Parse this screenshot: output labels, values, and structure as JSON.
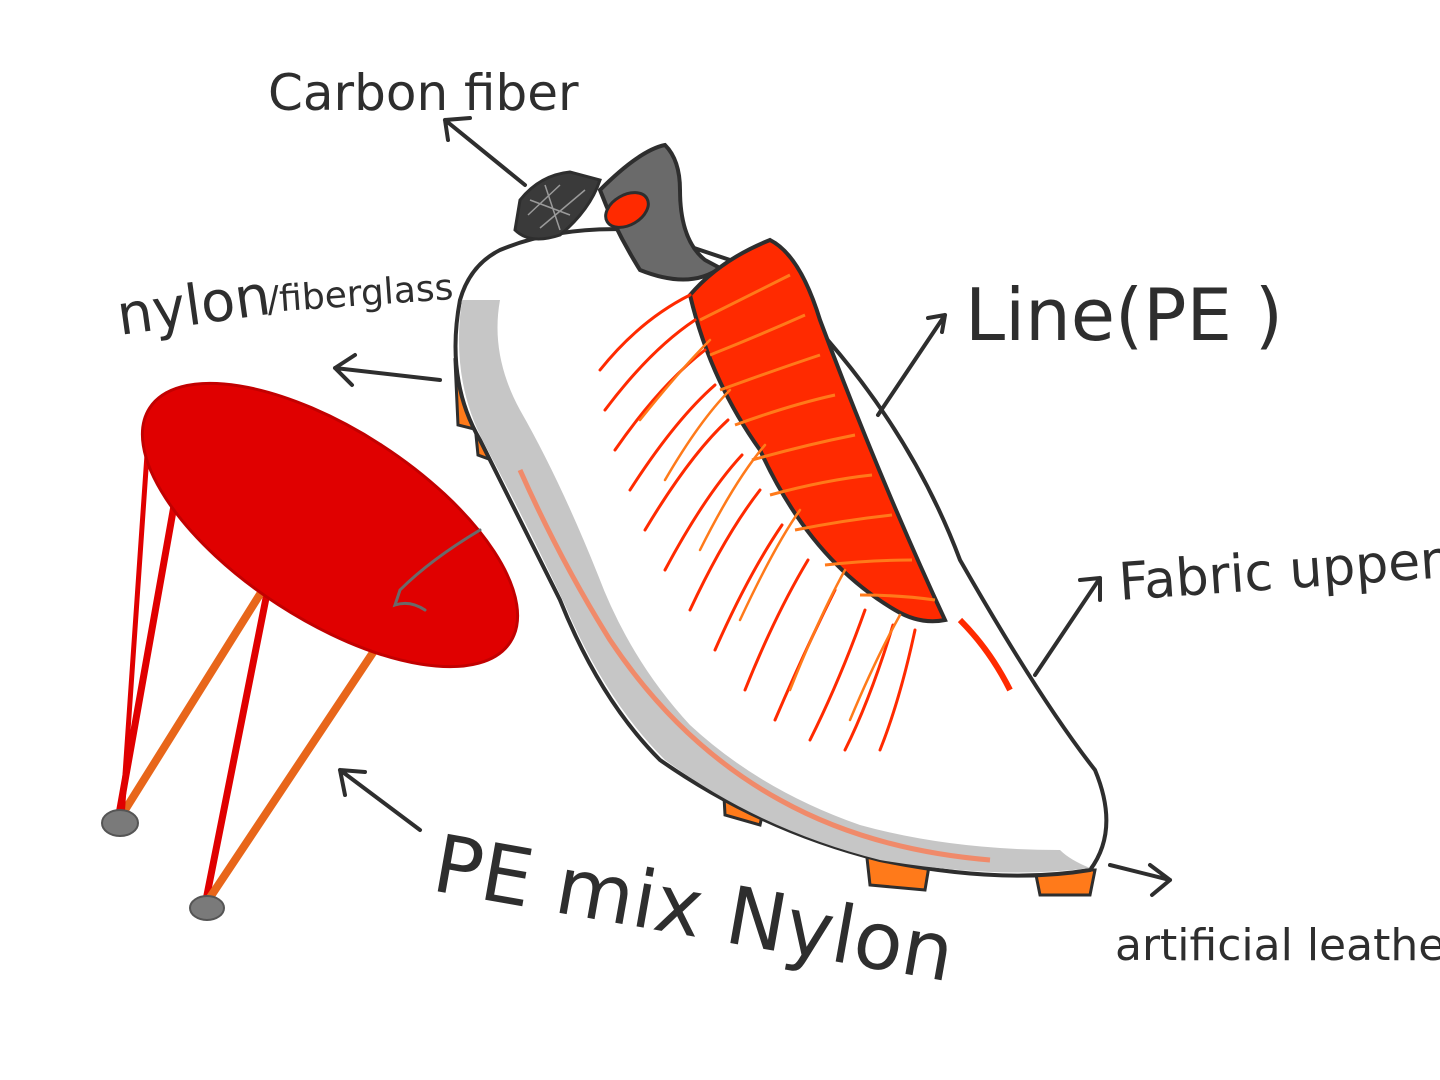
{
  "labels": {
    "carbon_fiber": "Carbon fiber",
    "nylon_fiberglass_a": "nylon",
    "nylon_fiberglass_b": "/fiberglass",
    "line_pe": "Line(PE )",
    "fabric_upper": "Fabric upper",
    "artificial_leather": "artificial leather",
    "pe_mix_nylon": "PE mix Nylon"
  },
  "colors": {
    "ink": "#2e2e2e",
    "red": "#e00000",
    "bright_red": "#ff2a00",
    "orange": "#ff7a1a",
    "grey_sole": "#c6c6c6",
    "dark_grey": "#6a6a6a"
  }
}
